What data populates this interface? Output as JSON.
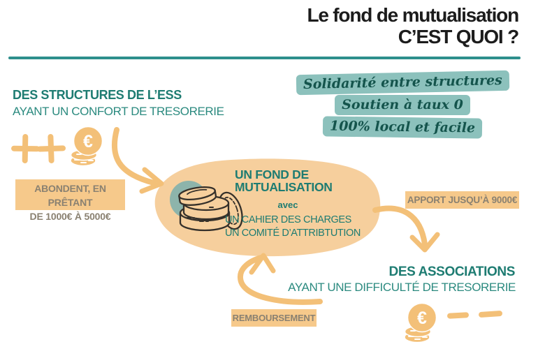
{
  "header": {
    "title_line1": "Le fond de mutualisation",
    "title_line2": "C’EST QUOI ?"
  },
  "lenders": {
    "heading": "DES STRUCTURES DE L’ESS",
    "subheading": "AYANT UN CONFORT DE TRESORERIE",
    "badge_line1": "ABONDENT, EN PRÊTANT",
    "badge_line2": "DE 1000€ À 5000€"
  },
  "highlights": [
    "Solidarité entre structures",
    "Soutien à taux 0",
    "100% local et facile"
  ],
  "fund": {
    "title_line1": "UN FOND DE",
    "title_line2": "MUTUALISATION",
    "connector": "avec",
    "item1": "UN CAHIER DES CHARGES",
    "item2": "UN COMITÉ D’ATTRIBTUTION"
  },
  "beneficiaries": {
    "badge": "APPORT JUSQU’À 9000€",
    "heading": "DES ASSOCIATIONS",
    "subheading": "AYANT UNE DIFFICULTÉ DE TRESORERIE",
    "return_badge": "REMBOURSEMENT"
  },
  "icons": {
    "euro_symbol": "€",
    "plus_icon": "plus",
    "coin_stack_icon": "coin-stack",
    "minus_icon": "minus",
    "arrow_icon": "curved-arrow"
  },
  "colors": {
    "teal_text": "#1e7c72",
    "teal_rule": "#2e8f8c",
    "teal_highlight": "#8cc1bc",
    "handwriting": "#14544c",
    "orange_shapes": "#f3c078",
    "orange_blob": "#f6cf9d",
    "badge_bg": "#f6c98b",
    "badge_text": "#8a8171",
    "title_black": "#1c1c1c",
    "sage_circle": "#8db4ab",
    "ink_outline": "#35302a"
  }
}
